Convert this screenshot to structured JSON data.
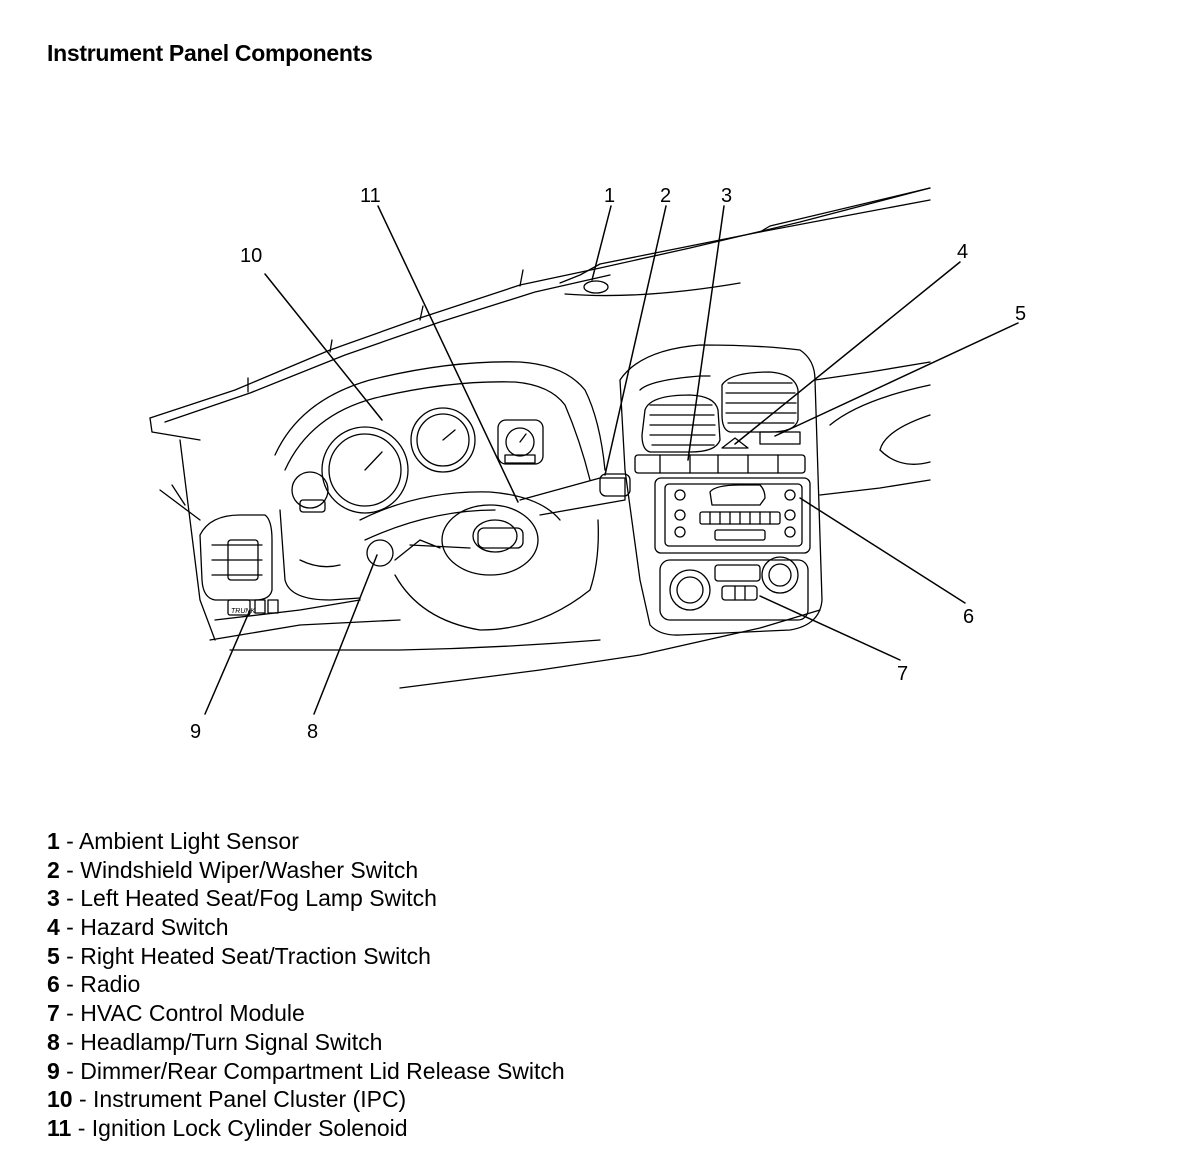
{
  "title": "Instrument Panel Components",
  "callouts": [
    "1",
    "2",
    "3",
    "4",
    "5",
    "6",
    "7",
    "8",
    "9",
    "10",
    "11"
  ],
  "legend": [
    {
      "num": "1",
      "sep": " - ",
      "label": "Ambient Light Sensor"
    },
    {
      "num": "2",
      "sep": " - ",
      "label": "Windshield Wiper/Washer Switch"
    },
    {
      "num": "3",
      "sep": " - ",
      "label": "Left Heated Seat/Fog Lamp Switch"
    },
    {
      "num": "4",
      "sep": " - ",
      "label": "Hazard Switch"
    },
    {
      "num": "5",
      "sep": " - ",
      "label": "Right Heated Seat/Traction Switch"
    },
    {
      "num": "6",
      "sep": " - ",
      "label": "Radio"
    },
    {
      "num": "7",
      "sep": " - ",
      "label": "HVAC Control Module"
    },
    {
      "num": "8",
      "sep": " - ",
      "label": "Headlamp/Turn Signal Switch"
    },
    {
      "num": "9",
      "sep": " - ",
      "label": "Dimmer/Rear Compartment Lid Release Switch"
    },
    {
      "num": "10",
      "sep": " - ",
      "label": "Instrument Panel Cluster (IPC)"
    },
    {
      "num": "11",
      "sep": " - ",
      "label": "Ignition Lock Cylinder Solenoid"
    }
  ],
  "trunk_label": "TRUNK"
}
